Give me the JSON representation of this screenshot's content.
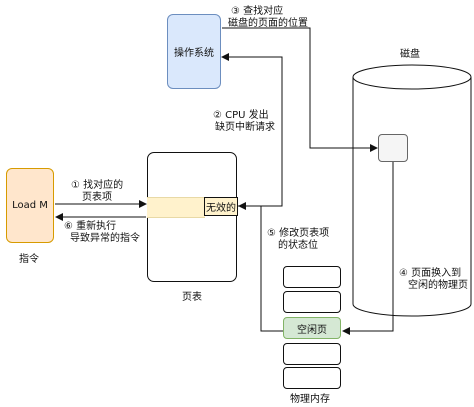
{
  "os": {
    "label": "操作系统"
  },
  "disk": {
    "label": "磁盘"
  },
  "instruction": {
    "box_label": "Load M",
    "caption": "指令"
  },
  "page_table": {
    "invalid_label": "无效的",
    "caption": "页表"
  },
  "memory": {
    "free_label": "空闲页",
    "caption": "物理内存"
  },
  "steps": [
    {
      "line1": "③ 查找对应",
      "line2": "磁盘的页面的位置"
    },
    {
      "line1": "② CPU 发出",
      "line2": "缺页中断请求"
    },
    {
      "line1": "① 找对应的",
      "line2": "页表项"
    },
    {
      "line1": "⑥ 重新执行",
      "line2": "导致异常的指令"
    },
    {
      "line1": "⑤ 修改页表项",
      "line2": "的状态位"
    },
    {
      "line1": "④ 页面换入到",
      "line2": "空闲的物理页"
    }
  ],
  "colors": {
    "os_fill": "#dae8fc",
    "os_stroke": "#6c8ebf",
    "instr_fill": "#ffe6cc",
    "instr_stroke": "#d79b00",
    "entry_fill": "#fff2cc",
    "free_fill": "#d5e8d4",
    "free_stroke": "#82b366",
    "disk_block_fill": "#f5f5f5"
  }
}
